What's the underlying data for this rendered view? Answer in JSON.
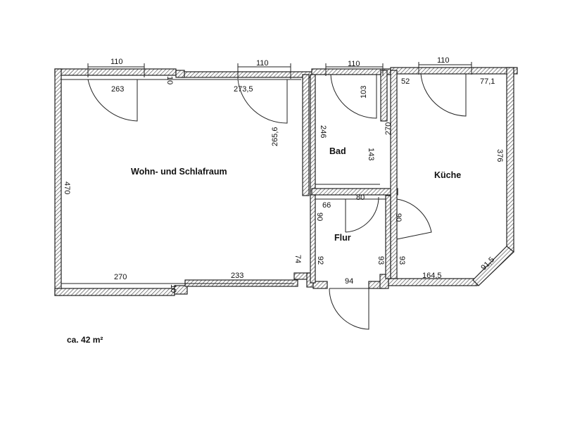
{
  "rooms": {
    "wohn": "Wohn- und Schlafraum",
    "bad": "Bad",
    "kueche": "Küche",
    "flur": "Flur"
  },
  "area_label": "ca. 42 m²",
  "dimensions": {
    "d110_a": "110",
    "d110_b": "110",
    "d110_c": "110",
    "d110_d": "110",
    "d263": "263",
    "d273_5": "273,5",
    "d10_top": "10",
    "d470": "470",
    "d265_6": "265,6",
    "d246": "246",
    "d103": "103",
    "d143": "143",
    "d270_v": "270",
    "d52": "52",
    "d77_1": "77,1",
    "d376": "376",
    "d66": "66",
    "d80": "80",
    "d90_a": "90",
    "d90_b": "90",
    "d74": "74",
    "d92": "92",
    "d93_a": "93",
    "d93_b": "93",
    "d270_h": "270",
    "d233": "233",
    "d10_bottom": "10",
    "d94": "94",
    "d164_5": "164,5",
    "d91_5": "91,5"
  }
}
